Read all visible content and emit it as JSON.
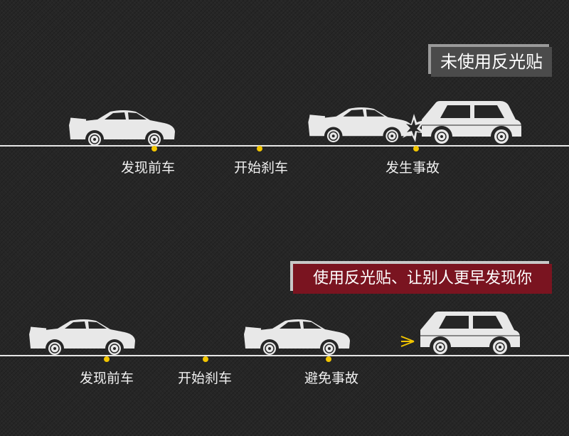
{
  "scenario_without": {
    "title": "未使用反光贴",
    "steps": [
      "发现前车",
      "开始刹车",
      "发生事故"
    ]
  },
  "scenario_with": {
    "title": "使用反光贴、让别人更早发现你",
    "steps": [
      "发现前车",
      "开始刹车",
      "避免事故"
    ]
  },
  "colors": {
    "background": "#262626",
    "car": "#e8e8e8",
    "marker": "#f2c500",
    "highlight_box": "#7a1420"
  },
  "icons": [
    "sports-car-icon",
    "hatchback-car-icon",
    "crash-spark-icon",
    "headlight-rays-icon"
  ]
}
